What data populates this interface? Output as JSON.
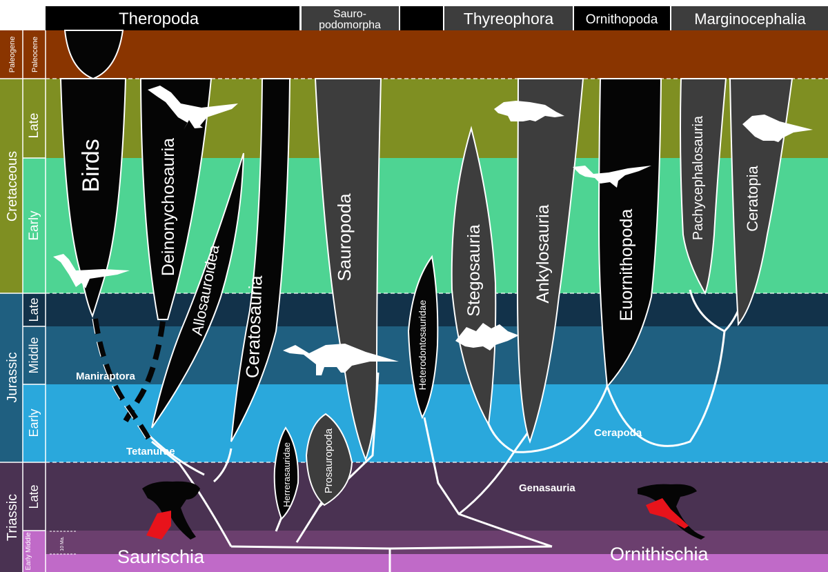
{
  "clades": {
    "theropoda": "Theropoda",
    "sauropodomorpha_1": "Sauro-",
    "sauropodomorpha_2": "podomorpha",
    "thyreophora": "Thyreophora",
    "ornithopoda": "Ornithopoda",
    "marginocephalia": "Marginocephalia"
  },
  "periods": {
    "paleogene": "Paleogene",
    "paleocene": "Paleocene",
    "cretaceous": "Cretaceous",
    "cret_late": "Late",
    "cret_early": "Early",
    "jurassic": "Jurassic",
    "jur_late": "Late",
    "jur_middle": "Middle",
    "jur_early": "Early",
    "triassic": "Triassic",
    "tri_late": "Late",
    "tri_early_middle": "Early Middle",
    "scale": "10 Ma."
  },
  "groups": {
    "birds": "Birds",
    "deinonychosauria": "Deinonychosauria",
    "allosauroidea": "Allosauroidea",
    "ceratosauria": "Ceratosauria",
    "sauropoda": "Sauropoda",
    "heterodontosauridae": "Heterodontosauridae",
    "stegosauria": "Stegosauria",
    "ankylosauria": "Ankylosauria",
    "euornithopoda": "Euornithopoda",
    "pachycephalosauria": "Pachycephalosauria",
    "ceratopia": "Ceratopia",
    "herrerasauridae": "Herrerasauridae",
    "prosauropoda": "Prosauropoda"
  },
  "nodes": {
    "maniraptora": "Maniraptora",
    "tetanurae": "Tetanurae",
    "cerapoda": "Cerapoda",
    "genasauria": "Genasauria",
    "saurischia": "Saurischia",
    "ornithischia": "Ornithischia"
  },
  "colors": {
    "paleogene": "#8a3500",
    "cret_late": "#7f8f22",
    "cret_early": "#4ed493",
    "jur_late": "#12324a",
    "jur_middle": "#1f5f80",
    "jur_early": "#2aa8dc",
    "tri_late": "#4a3252",
    "tri_middle": "#6b3f6e",
    "tri_early": "#c06ac8",
    "black_branch": "#050505",
    "grey_branch": "#3d3d3d"
  }
}
